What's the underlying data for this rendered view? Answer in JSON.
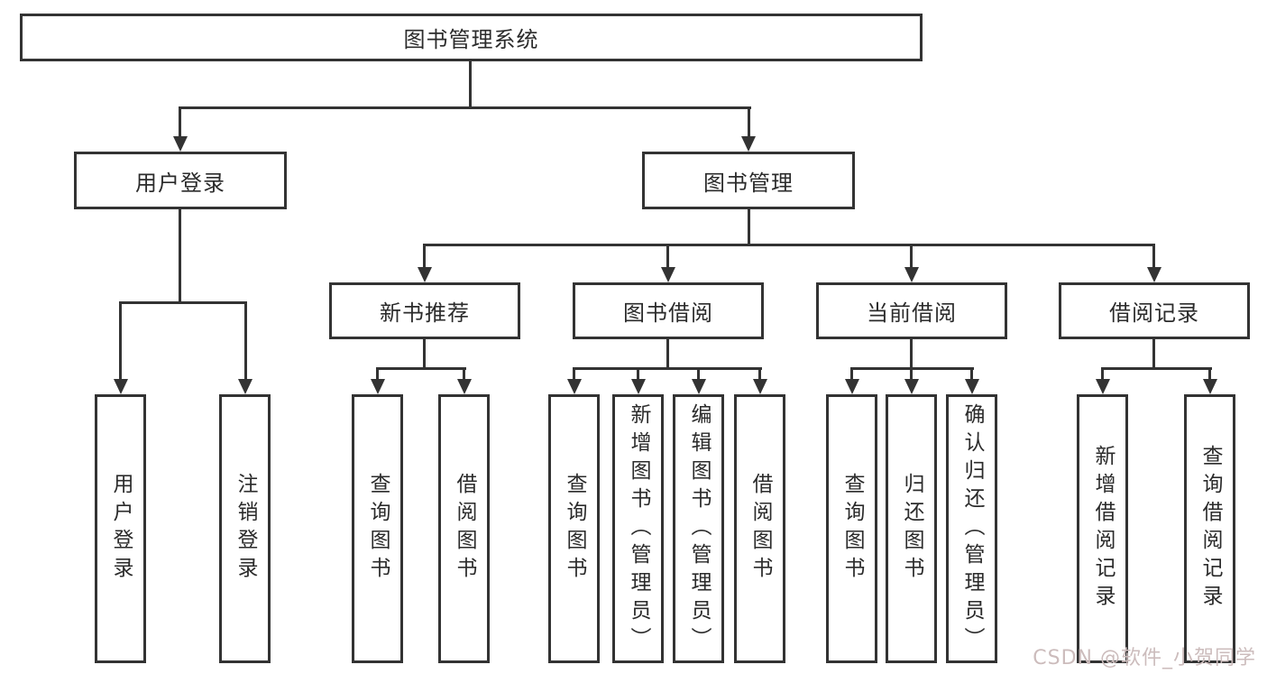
{
  "diagram": {
    "root": {
      "label": "图书管理系统"
    },
    "branches": [
      {
        "label": "用户登录",
        "children": [
          "用户登录",
          "注销登录"
        ]
      },
      {
        "label": "图书管理",
        "children": [
          {
            "label": "新书推荐",
            "children": [
              "查询图书",
              "借阅图书"
            ]
          },
          {
            "label": "图书借阅",
            "children": [
              "查询图书",
              "新增图书（管理员）",
              "编辑图书（管理员）",
              "借阅图书"
            ]
          },
          {
            "label": "当前借阅",
            "children": [
              "查询图书",
              "归还图书",
              "确认归还（管理员）"
            ]
          },
          {
            "label": "借阅记录",
            "children": [
              "新增借阅记录",
              "查询借阅记录"
            ]
          }
        ]
      }
    ]
  },
  "watermark": {
    "text": "CSDN @软件_小贺同学"
  },
  "colors": {
    "line": "#333333",
    "text": "#2b2b2b",
    "watermark": "#ccbcbc",
    "background": "#ffffff"
  }
}
